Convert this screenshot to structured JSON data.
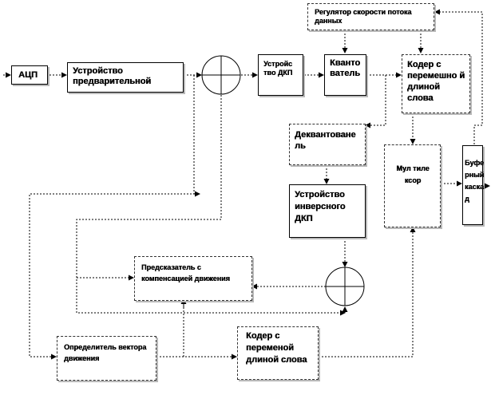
{
  "blocks": {
    "adc": "АЦП",
    "preprocessor": "Устройство предварительной",
    "dct": "Устройс тво ДКП",
    "quantizer": "Кванто ватель",
    "rate_controller": "Регулятор скорости потока данных",
    "vlc_main": "Кодер с перемешно й длиной слова",
    "dequantizer": "Деквантоване ль",
    "inverse_dct": "Устройство инверсного ДКП",
    "multiplexer": "Мул тиле ксор",
    "buffer": "Буфе рный каска д",
    "predictor": "Предсказатель с компенсацией движения",
    "motion_estimator": "Определитель вектора движения",
    "vlc_motion": "Кодер с переменой длиной слова"
  }
}
